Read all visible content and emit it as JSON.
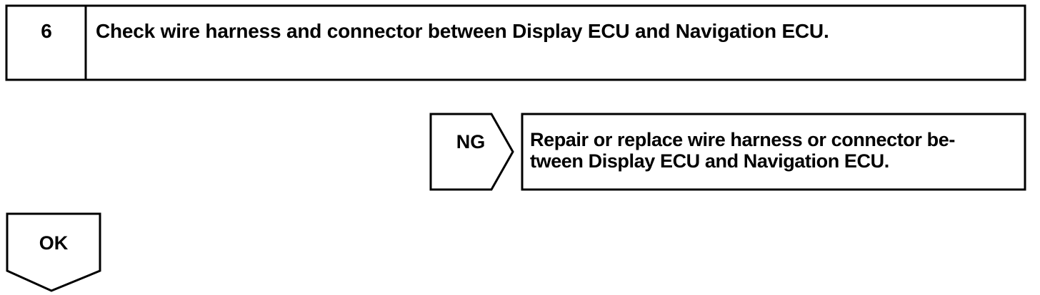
{
  "step": {
    "number": "6",
    "title": "Check wire harness and connector between Display ECU and Navigation ECU."
  },
  "ng_branch": {
    "label": "NG",
    "action_line1": "Repair or replace wire harness or connector be-",
    "action_line2": "tween Display ECU and Navigation ECU."
  },
  "ok_branch": {
    "label": "OK"
  },
  "colors": {
    "ink": "#000000",
    "paper": "#ffffff"
  }
}
